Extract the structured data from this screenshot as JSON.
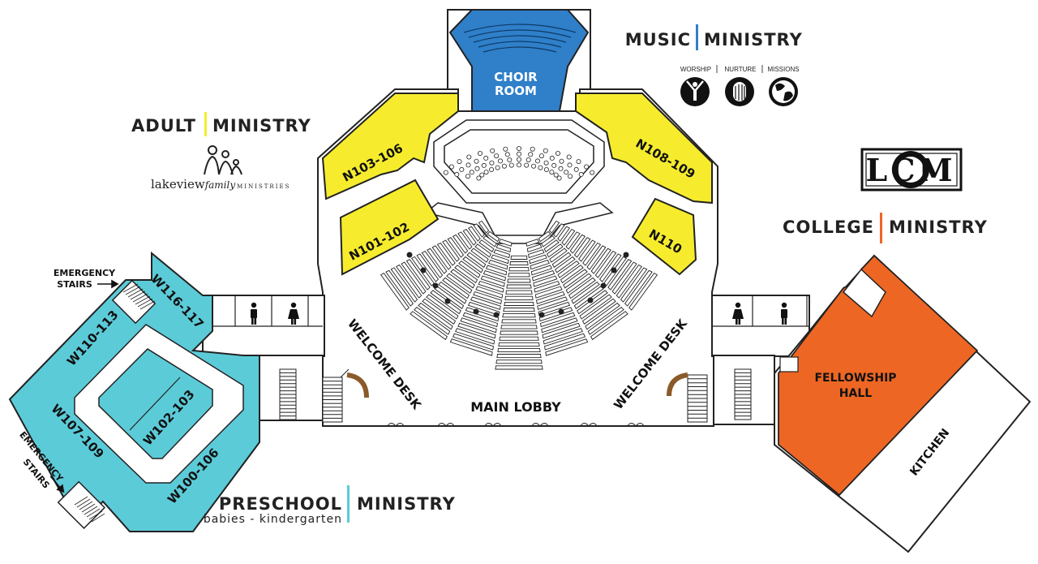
{
  "colors": {
    "adult_yellow": "#f6ec2d",
    "preschool_blue": "#5ccbd8",
    "music_blue": "#2f7fc9",
    "college_orange": "#ee6624",
    "line": "#222222",
    "seat_fill": "#ffffff"
  },
  "ministries": {
    "adult": {
      "word1": "ADULT",
      "word2": "MINISTRY",
      "logo_text_main": "lakeview",
      "logo_text_italic": "family",
      "logo_text_small": "MINISTRIES"
    },
    "music": {
      "word1": "MUSIC",
      "word2": "MINISTRY",
      "sub1": "WORSHIP",
      "sub2": "NURTURE",
      "sub3": "MISSIONS"
    },
    "college": {
      "word1": "COLLEGE",
      "word2": "MINISTRY",
      "logo_text": "LCM"
    },
    "preschool": {
      "word1": "PRESCHOOL",
      "word2": "MINISTRY",
      "subtitle": "babies - kindergarten"
    }
  },
  "rooms": {
    "choir_line1": "CHOIR",
    "choir_line2": "ROOM",
    "n103": "N103-106",
    "n108": "N108-109",
    "n101": "N101-102",
    "n110": "N110",
    "w116": "W116-117",
    "w110": "W110-113",
    "w107": "W107-109",
    "w102": "W102-103",
    "w100": "W100-106",
    "fellowship_line1": "FELLOWSHIP",
    "fellowship_line2": "HALL",
    "kitchen": "KITCHEN"
  },
  "labels": {
    "main_lobby": "MAIN LOBBY",
    "welcome_desk_left": "WELCOME DESK",
    "welcome_desk_right": "WELCOME DESK",
    "emergency_top_line1": "EMERGENCY",
    "emergency_top_line2": "STAIRS",
    "emergency_bottom_line1": "EMERGENCY",
    "emergency_bottom_line2": "STAIRS"
  },
  "icons": {
    "restroom_male": "man-restroom-icon",
    "restroom_female": "woman-restroom-icon",
    "wheelchair": "wheelchair-icon",
    "arrow": "arrow-right-icon"
  }
}
